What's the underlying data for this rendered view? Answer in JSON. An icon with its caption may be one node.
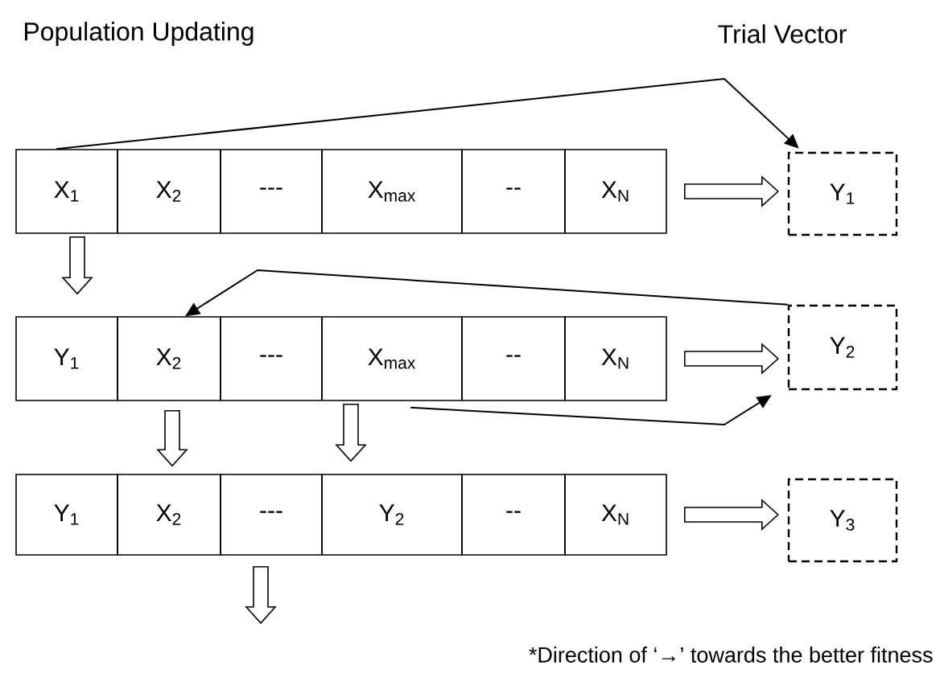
{
  "diagram": {
    "nodes": [
      {
        "text": [
          "X$_{1}$"
        ]
      },
      {
        "text": [
          "X$_{2}$"
        ]
      },
      {
        "text": [
          "---"
        ]
      },
      {
        "text": [
          "X$_{max}$"
        ]
      },
      {
        "text": [
          "--"
        ]
      },
      {
        "text": [
          "X$_{N}$"
        ]
      },
      {
        "text": [
          "Y$_{1}$"
        ]
      },
      {
        "text": [
          "Y$_{1}$"
        ]
      },
      {
        "text": [
          "X$_{2}$"
        ]
      },
      {
        "text": [
          "---"
        ]
      },
      {
        "text": [
          "X$_{max}$"
        ]
      },
      {
        "text": [
          "--"
        ]
      },
      {
        "text": [
          "X$_{N}$"
        ]
      },
      {
        "text": [
          "Y$_{2}$"
        ]
      },
      {
        "text": [
          "Y$_{1}$"
        ]
      },
      {
        "text": [
          "X$_{2}$"
        ]
      },
      {
        "text": [
          "---"
        ]
      },
      {
        "text": [
          "Y$_{2}$"
        ]
      },
      {
        "text": [
          "--"
        ]
      },
      {
        "text": [
          "X$_{N}$"
        ]
      },
      {
        "text": [
          "Y$_{3}$"
        ]
      }
    ],
    "edges": [
      {
        "from": 0,
        "to": 6,
        "arrow": "to"
      },
      {
        "from": 5,
        "to": 6,
        "arrow": "to"
      },
      {
        "from": 0,
        "to": 7,
        "arrow": "to"
      },
      {
        "from": 13,
        "to": 8,
        "arrow": "to"
      },
      {
        "from": 12,
        "to": 13,
        "arrow": "to"
      },
      {
        "from": 10,
        "to": 13,
        "arrow": "to"
      },
      {
        "from": 8,
        "to": 15,
        "arrow": "to"
      },
      {
        "from": 10,
        "to": 17,
        "arrow": "to"
      },
      {
        "from": 19,
        "to": 20,
        "arrow": "to"
      },
      {
        "from": 16,
        "to": null,
        "arrow": "to"
      }
    ],
    "labels": [
      "Population Updating",
      "Trial Vector",
      "*Direction of ‘→’ towards the better fitness"
    ]
  }
}
